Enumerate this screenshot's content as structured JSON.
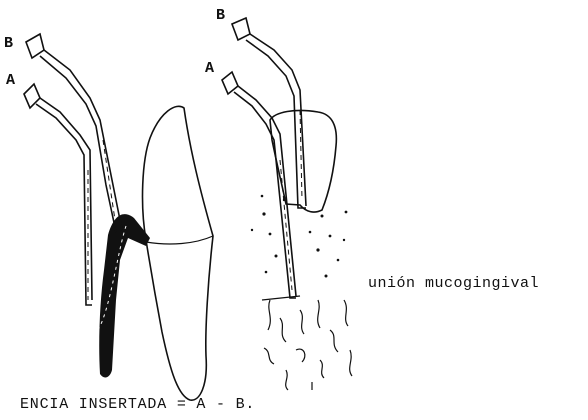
{
  "labels": {
    "left_probe_b": "B",
    "left_probe_a": "A",
    "right_probe_b": "B",
    "right_probe_a": "A",
    "mucogingival": "unión mucogingival",
    "caption": "ENCIA INSERTADA = A - B."
  },
  "colors": {
    "ink": "#111111",
    "background": "#ffffff"
  }
}
